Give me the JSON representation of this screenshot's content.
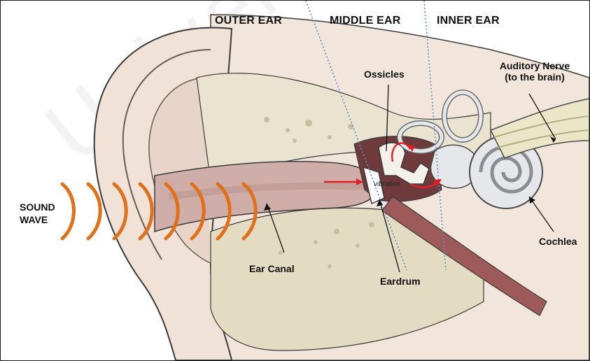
{
  "regions": {
    "outer": "OUTER EAR",
    "middle": "MIDDLE EAR",
    "inner": "INNER EAR"
  },
  "labels": {
    "sound_wave_line1": "SOUND",
    "sound_wave_line2": "WAVE",
    "ossicles": "Ossicles",
    "auditory_nerve_line1": "Auditory  Nerve",
    "auditory_nerve_line2": "(to the brain)",
    "cochlea": "Cochlea",
    "ear_canal": "Ear Canal",
    "eardrum": "Eardrum",
    "vibration": "vibration"
  },
  "colors": {
    "wave": "#e0701a",
    "arrow_red": "#e31e24",
    "skin": "#efe0d6",
    "bone": "#e9e3cf",
    "canal": "#c9a7a2",
    "inner_ear": "#e6e7ea",
    "divider": "#5a8fc8"
  }
}
